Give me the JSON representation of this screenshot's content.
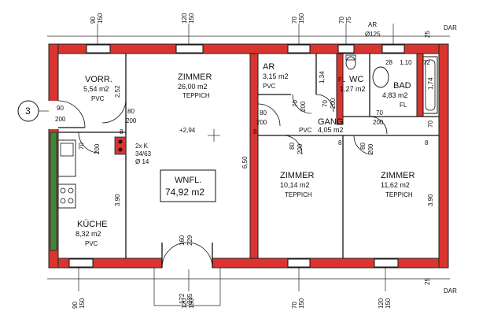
{
  "title": "",
  "rooms": [
    {
      "id": "vorr",
      "name": "VORR.",
      "area": "5,54 m2",
      "floor": "PVC"
    },
    {
      "id": "zimmer1",
      "name": "ZIMMER",
      "area": "26,00 m2",
      "floor": "TEPPICH"
    },
    {
      "id": "ar",
      "name": "AR",
      "area": "3,15 m2",
      "floor": "PVC"
    },
    {
      "id": "wc",
      "name": "WC",
      "area": "1,27 m2",
      "floor": "FL"
    },
    {
      "id": "bad",
      "name": "BAD",
      "area": "4,83 m2",
      "floor": "FL"
    },
    {
      "id": "gang",
      "name": "GANG",
      "area": "4,05 m2",
      "floor": "PVC"
    },
    {
      "id": "zimmer2",
      "name": "ZIMMER",
      "area": "10,14 m2",
      "floor": "TEPPICH"
    },
    {
      "id": "zimmer3",
      "name": "ZIMMER",
      "area": "11,62 m2",
      "floor": "TEPPICH"
    },
    {
      "id": "kueche",
      "name": "KÜCHE",
      "area": "8,32 m2",
      "floor": "PVC"
    }
  ],
  "total": {
    "label": "WNFL.",
    "value": "74,92 m2"
  },
  "entrance_number": "3",
  "top_dims": [
    "90",
    "150",
    "120",
    "150",
    "70",
    "150",
    "70",
    "75",
    "AR",
    "Ø125",
    "25",
    "DAR"
  ],
  "bottom_dims": [
    "90",
    "150",
    "120",
    "150",
    "70",
    "150",
    "120",
    "150",
    "25",
    "DAR"
  ],
  "door_dims": {
    "entry": [
      "90",
      "200"
    ],
    "vorr_zimmer": [
      "80",
      "200"
    ],
    "vorr_kueche": [
      "70",
      "200"
    ],
    "zimmer_gang": [
      "80",
      "200"
    ],
    "ar": [
      "70",
      "200"
    ],
    "wc": [
      "70",
      "200"
    ],
    "bad": [
      "70",
      "200"
    ],
    "zimmer2": [
      "80",
      "200"
    ],
    "zimmer3": [
      "80",
      "200"
    ],
    "balcony": [
      "160",
      "229"
    ],
    "balcony_below": [
      "172",
      "235"
    ]
  },
  "misc": {
    "height_mark": "+2,94",
    "chimney": [
      "2x K",
      "34/63",
      "Ø 14"
    ],
    "v_252": "2,52",
    "v_390a": "3,90",
    "v_650": "6,50",
    "v_134": "1,34",
    "v_390b": "3,90",
    "v_28": "28",
    "v_110": "1,10",
    "v_72": "72",
    "v_174": "1,74",
    "v_70": "70",
    "v_8": "8"
  }
}
